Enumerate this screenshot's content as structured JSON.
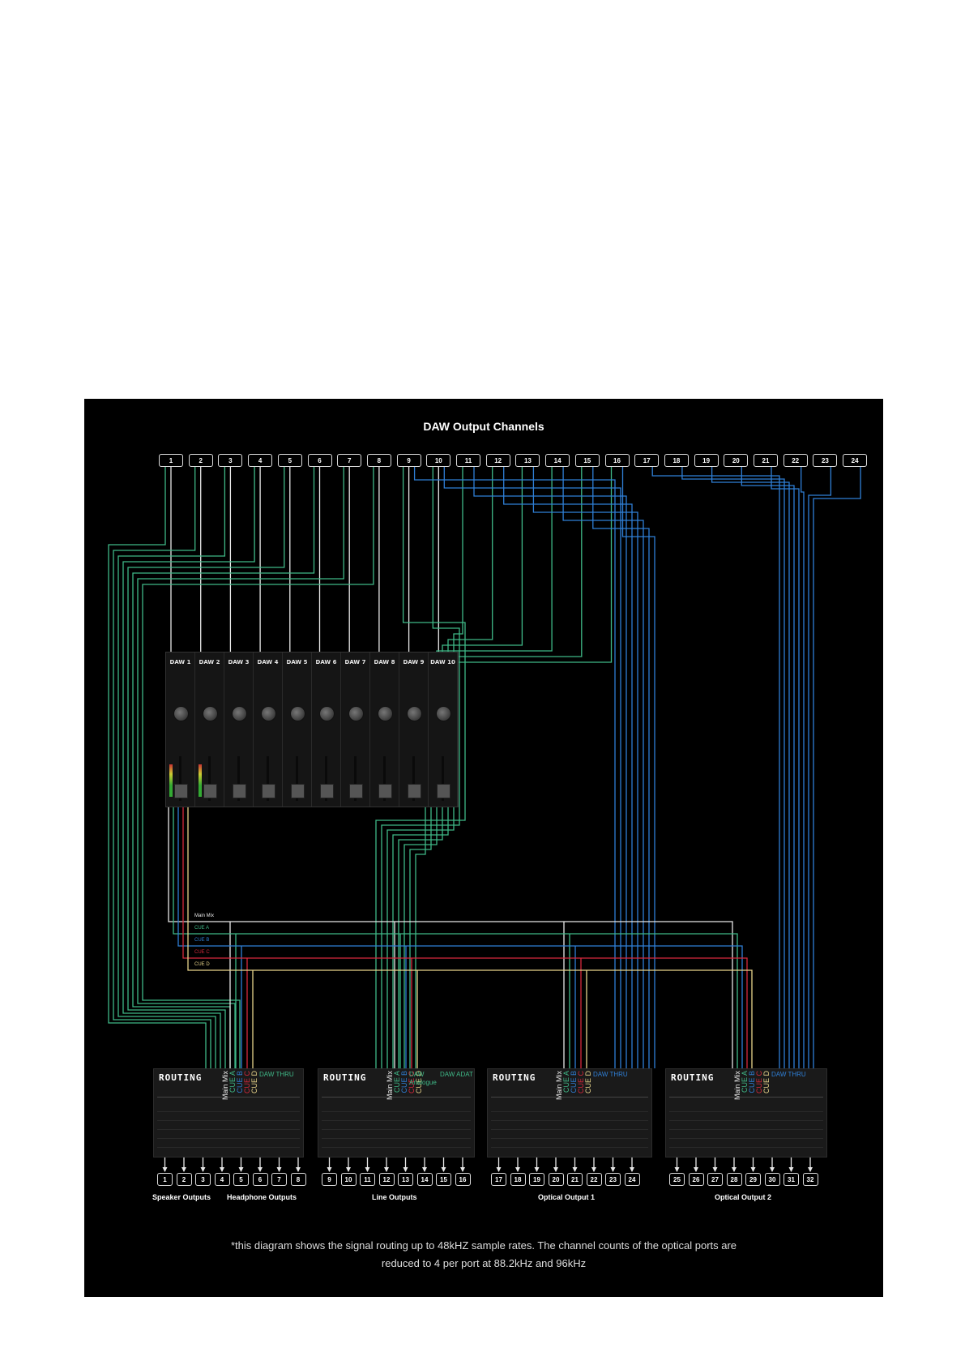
{
  "diagram": {
    "title": "DAW Output Channels",
    "daw_channels": [
      "1",
      "2",
      "3",
      "4",
      "5",
      "6",
      "7",
      "8",
      "9",
      "10",
      "11",
      "12",
      "13",
      "14",
      "15",
      "16",
      "17",
      "18",
      "19",
      "20",
      "21",
      "22",
      "23",
      "24"
    ],
    "mixer_strips": [
      "DAW 1",
      "DAW 2",
      "DAW 3",
      "DAW 4",
      "DAW 5",
      "DAW 6",
      "DAW 7",
      "DAW 8",
      "DAW 9",
      "DAW 10"
    ],
    "mix_buses": [
      {
        "name": "Main Mix",
        "color": "#e8e8e8"
      },
      {
        "name": "CUE A",
        "color": "#3fb887"
      },
      {
        "name": "CUE B",
        "color": "#2f7fd6"
      },
      {
        "name": "CUE C",
        "color": "#d6283c"
      },
      {
        "name": "CUE D",
        "color": "#e8d48a"
      }
    ],
    "routers": [
      {
        "title": "ROUTING",
        "labels": [
          {
            "text": "Main Mix",
            "color": "#e8e8e8"
          },
          {
            "text": "CUE A",
            "color": "#3fb887"
          },
          {
            "text": "CUE B",
            "color": "#2f7fd6"
          },
          {
            "text": "CUE C",
            "color": "#d6283c"
          },
          {
            "text": "CUE D",
            "color": "#e8d48a"
          }
        ],
        "extra": [
          {
            "text": "DAW THRU",
            "color": "#3fb887"
          }
        ]
      },
      {
        "title": "ROUTING",
        "labels": [
          {
            "text": "Main Mix",
            "color": "#e8e8e8"
          },
          {
            "text": "CUE A",
            "color": "#3fb887"
          },
          {
            "text": "CUE B",
            "color": "#2f7fd6"
          },
          {
            "text": "CUE C",
            "color": "#d6283c"
          },
          {
            "text": "CUE D",
            "color": "#e8d48a"
          }
        ],
        "extra": [
          {
            "text": "DAW",
            "color": "#3fb887"
          },
          {
            "text": "Analogue",
            "color": "#3fb887"
          },
          {
            "text": "DAW ADAT",
            "color": "#3fb887"
          }
        ]
      },
      {
        "title": "ROUTING",
        "labels": [
          {
            "text": "Main Mix",
            "color": "#e8e8e8"
          },
          {
            "text": "CUE A",
            "color": "#3fb887"
          },
          {
            "text": "CUE B",
            "color": "#2f7fd6"
          },
          {
            "text": "CUE C",
            "color": "#d6283c"
          },
          {
            "text": "CUE D",
            "color": "#e8d48a"
          }
        ],
        "extra": [
          {
            "text": "DAW THRU",
            "color": "#2f7fd6"
          }
        ]
      },
      {
        "title": "ROUTING",
        "labels": [
          {
            "text": "Main Mix",
            "color": "#e8e8e8"
          },
          {
            "text": "CUE A",
            "color": "#3fb887"
          },
          {
            "text": "CUE B",
            "color": "#2f7fd6"
          },
          {
            "text": "CUE C",
            "color": "#d6283c"
          },
          {
            "text": "CUE D",
            "color": "#e8d48a"
          }
        ],
        "extra": [
          {
            "text": "DAW THRU",
            "color": "#2f7fd6"
          }
        ]
      }
    ],
    "outputs": [
      "1",
      "2",
      "3",
      "4",
      "5",
      "6",
      "7",
      "8",
      "9",
      "10",
      "11",
      "12",
      "13",
      "14",
      "15",
      "16",
      "17",
      "18",
      "19",
      "20",
      "21",
      "22",
      "23",
      "24",
      "25",
      "26",
      "27",
      "28",
      "29",
      "30",
      "31",
      "32"
    ],
    "output_groups": [
      "Speaker Outputs",
      "Headphone Outputs",
      "Line Outputs",
      "Optical Output 1",
      "Optical Output 2"
    ],
    "footnote_line1": "*this diagram shows the signal routing up to 48kHZ sample rates. The channel counts of the optical ports are",
    "footnote_line2": "reduced to 4 per port at 88.2kHz and 96kHz",
    "colors": {
      "green": "#3fb887",
      "blue": "#2f7fd6",
      "white": "#e8e8e8",
      "red": "#d6283c",
      "yellow": "#e8d48a"
    }
  }
}
